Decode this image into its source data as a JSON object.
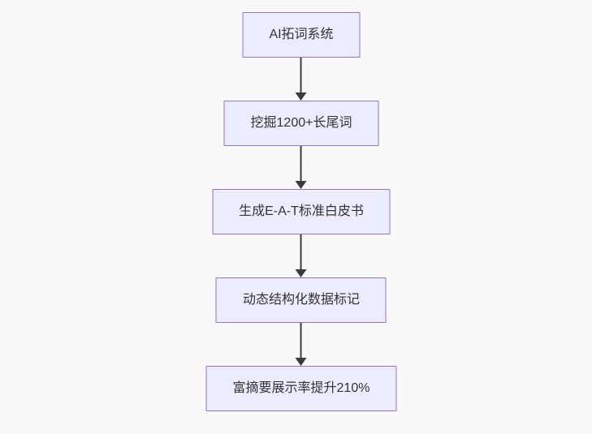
{
  "flowchart": {
    "type": "flowchart",
    "direction": "top-down",
    "nodes": [
      {
        "label": "AI拓词系统"
      },
      {
        "label": "挖掘1200+长尾词"
      },
      {
        "label": "生成E-A-T标准白皮书"
      },
      {
        "label": "动态结构化数据标记"
      },
      {
        "label": "富摘要展示率提升210%"
      }
    ],
    "edges": [
      {
        "from": 0,
        "to": 1,
        "style": "arrow-down"
      },
      {
        "from": 1,
        "to": 2,
        "style": "arrow-down"
      },
      {
        "from": 2,
        "to": 3,
        "style": "arrow-down"
      },
      {
        "from": 3,
        "to": 4,
        "style": "arrow-down"
      }
    ],
    "colors": {
      "node_fill": "#ECECFF",
      "node_border": "#9370DB",
      "text": "#333333",
      "edge": "#3b3b3b",
      "background": "#f9f9f9"
    }
  }
}
